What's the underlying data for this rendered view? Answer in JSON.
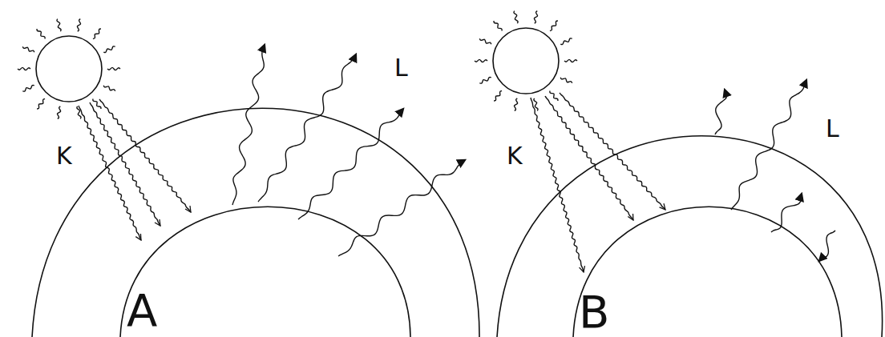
{
  "diagram": {
    "labels": [
      "K",
      "L",
      "A",
      "K",
      "L",
      "B"
    ]
  }
}
